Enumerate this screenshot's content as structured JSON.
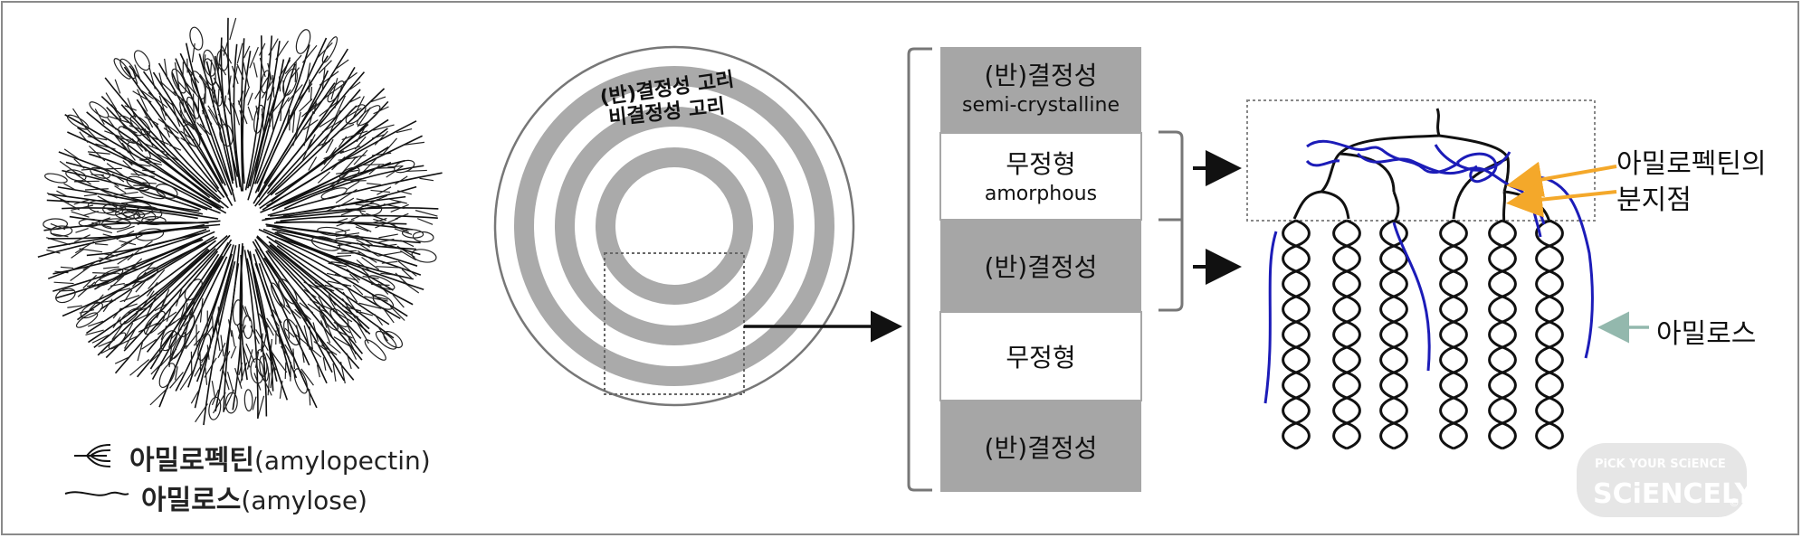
{
  "granule": {
    "legend": {
      "amylopectin_bold": "아밀로펙틴",
      "amylopectin_en": "(amylopectin)",
      "amylose_bold": "아밀로스",
      "amylose_en": "(amylose)"
    }
  },
  "rings": {
    "label_semicrystalline": "(반)결정성 고리",
    "label_amorphous": "비결정성 고리"
  },
  "layers": {
    "band1_title": "(반)결정성",
    "band1_sub": "semi-crystalline",
    "band2_title": "무정형",
    "band2_sub": "amorphous",
    "band3_title": "(반)결정성",
    "band4_title": "무정형",
    "band5_title": "(반)결정성"
  },
  "molecules": {
    "branch_point_label_line1": "아밀로펙틴의",
    "branch_point_label_line2": "분지점",
    "amylose_label": "아밀로스"
  },
  "watermark": {
    "line1": "PiCK YOUR SCiENCE",
    "line2": "SCiENCELY",
    "copyright": "©"
  },
  "colors": {
    "semi_crystalline_band": "#a6a6a6",
    "amorphous_band": "#ffffff",
    "amylose_strand": "#1c1cb8",
    "branch_arrow": "#f4a82a",
    "amylose_arrow": "#93b8ad"
  }
}
